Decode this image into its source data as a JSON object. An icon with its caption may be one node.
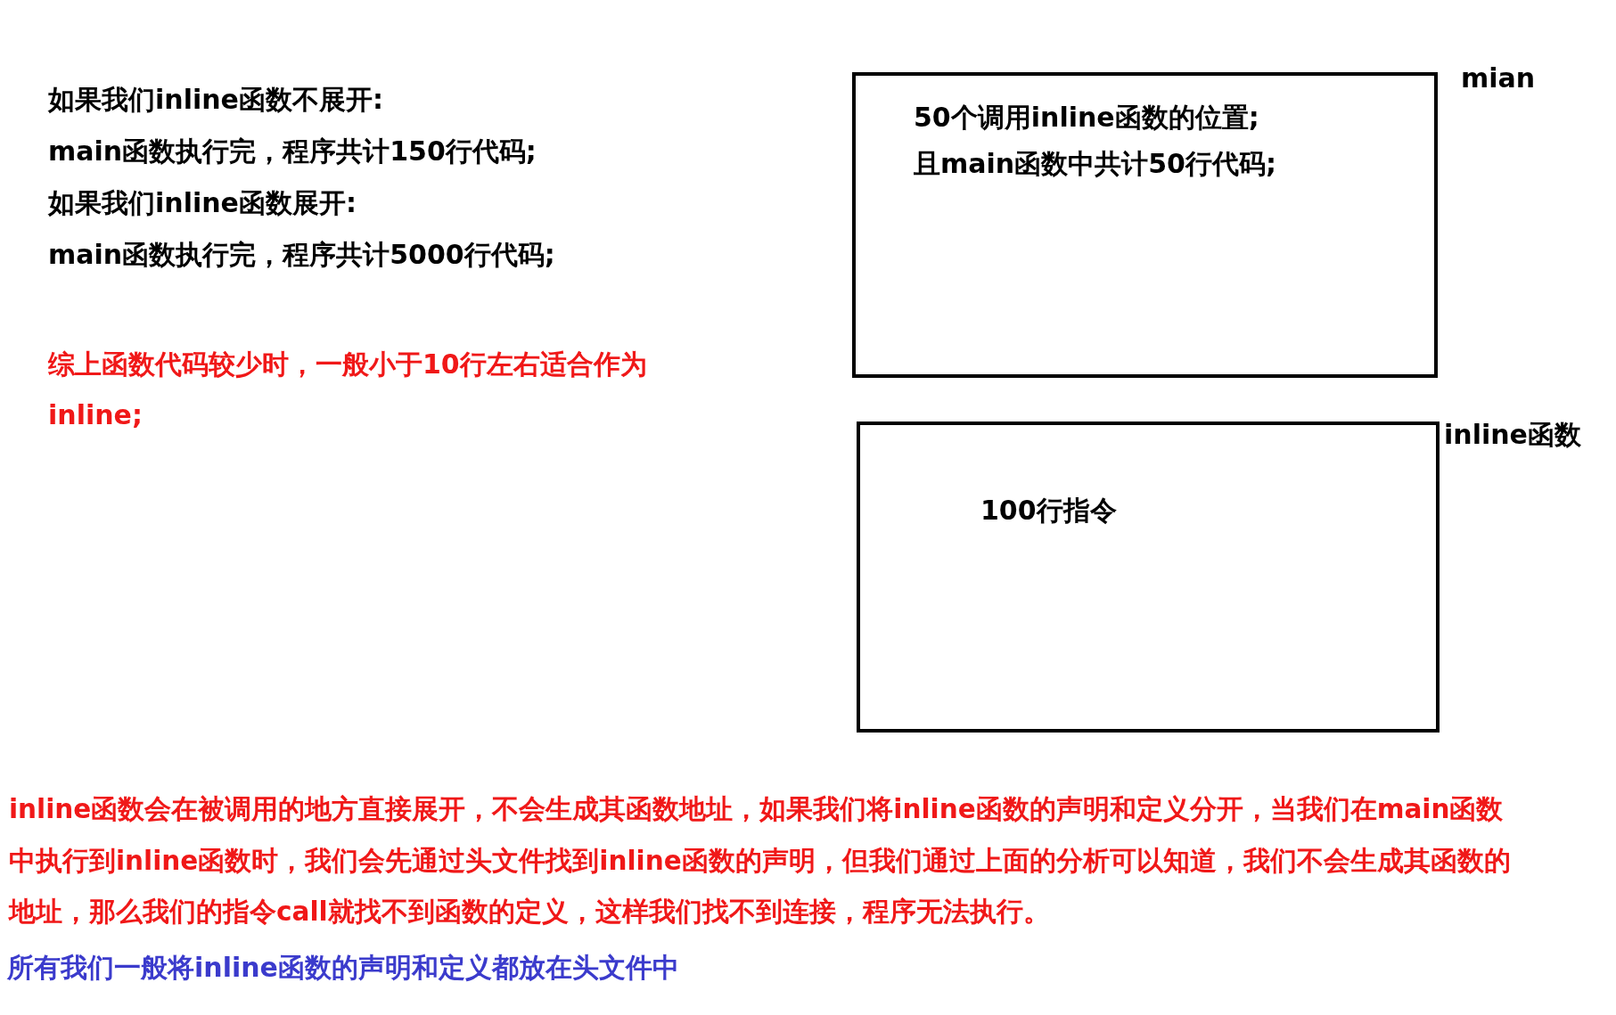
{
  "diagram": {
    "nodes": [
      {
        "text": [
          "mian",
          "50个调用inline函数的位置;",
          "且main函数中共计50行代码;"
        ]
      },
      {
        "text": [
          "inline函数",
          "100行指令"
        ]
      }
    ],
    "labels": [
      "如果我们inline函数不展开:",
      "main函数执行完，程序共计150行代码;",
      "如果我们inline函数展开:",
      "main函数执行完，程序共计5000行代码;",
      "综上函数代码较少时，一般小于10行左右适合作为inline;",
      "inline函数会在被调用的地方直接展开，不会生成其函数地址，如果我们将inline函数的声明和定义分开，当我们在main函数中执行到inline函数时，我们会先通过头文件找到inline函数的声明，但我们通过上面的分析可以知道，我们不会生成其函数的地址，那么我们的指令call就找不到函数的定义，这样我们找不到连接，程序无法执行。",
      "所有我们一般将inline函数的声明和定义都放在头文件中"
    ]
  }
}
